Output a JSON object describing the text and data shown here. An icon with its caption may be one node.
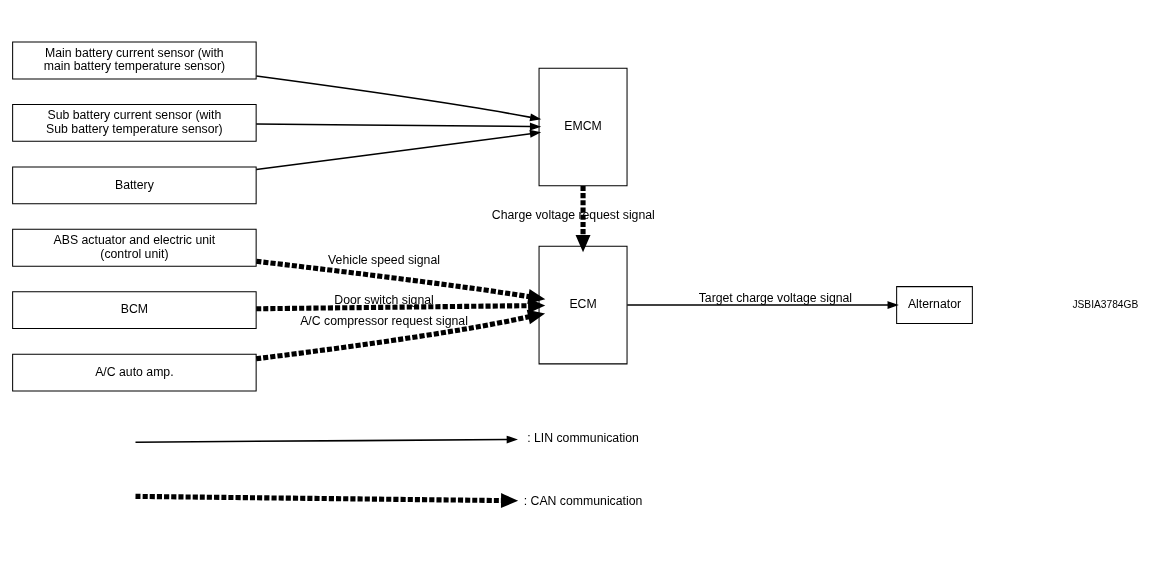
{
  "diagram": {
    "nodes": [
      {
        "text": [
          "Main battery current sensor (with main battery temperature sensor)"
        ]
      },
      {
        "text": [
          "Sub battery current sensor (with Sub battery temperature sensor)"
        ]
      },
      {
        "text": [
          "Battery"
        ]
      },
      {
        "text": [
          "EMCM"
        ]
      },
      {
        "text": [
          "ABS actuator and electric unit (control unit)"
        ]
      },
      {
        "text": [
          "BCM"
        ]
      },
      {
        "text": [
          "A/C auto amp."
        ]
      },
      {
        "text": [
          "ECM"
        ]
      },
      {
        "text": [
          "Alternator"
        ]
      }
    ],
    "edges": [
      {
        "from": 0,
        "to": 3,
        "arrow": "to"
      },
      {
        "from": 1,
        "to": 3,
        "arrow": "to"
      },
      {
        "from": 2,
        "to": 3,
        "arrow": "to"
      },
      {
        "from": 3,
        "to": 7,
        "arrow": "to",
        "label": "Charge voltage request signal",
        "style": "dashed"
      },
      {
        "from": 4,
        "to": 7,
        "arrow": "to",
        "label": "Vehicle speed signal",
        "style": "dashed"
      },
      {
        "from": 5,
        "to": 7,
        "arrow": "to",
        "label": "Door switch signal",
        "style": "dashed"
      },
      {
        "from": 6,
        "to": 7,
        "arrow": "to",
        "label": "A/C compressor request signal",
        "style": "dashed"
      },
      {
        "from": 7,
        "to": 8,
        "arrow": "to",
        "label": "Target charge voltage signal"
      }
    ],
    "labels": [
      "JSBIA3784GB"
    ],
    "legend": [
      {
        "text": ": LIN communication"
      },
      {
        "text": ": CAN communication"
      }
    ]
  }
}
